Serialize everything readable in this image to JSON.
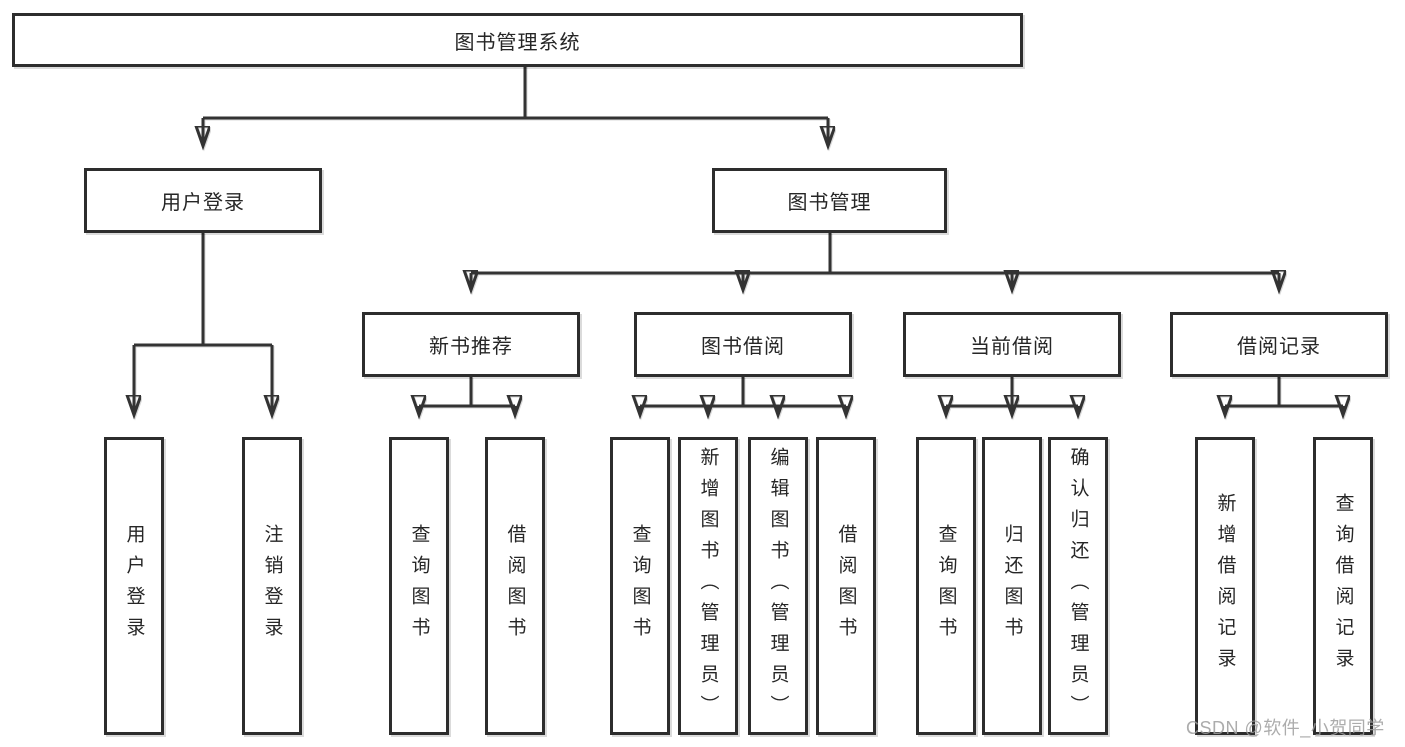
{
  "title": "图书管理系统",
  "level2": [
    {
      "label": "用户登录"
    },
    {
      "label": "图书管理"
    }
  ],
  "level3": [
    {
      "label": "新书推荐",
      "parent": "图书管理"
    },
    {
      "label": "图书借阅",
      "parent": "图书管理"
    },
    {
      "label": "当前借阅",
      "parent": "图书管理"
    },
    {
      "label": "借阅记录",
      "parent": "图书管理"
    }
  ],
  "leaves": [
    {
      "label": "用户登录",
      "parent": "用户登录"
    },
    {
      "label": "注销登录",
      "parent": "用户登录"
    },
    {
      "label": "查询图书",
      "parent": "新书推荐"
    },
    {
      "label": "借阅图书",
      "parent": "新书推荐"
    },
    {
      "label": "查询图书",
      "parent": "图书借阅"
    },
    {
      "label": "新增图书（管理员）",
      "parent": "图书借阅"
    },
    {
      "label": "编辑图书（管理员）",
      "parent": "图书借阅"
    },
    {
      "label": "借阅图书",
      "parent": "图书借阅"
    },
    {
      "label": "查询图书",
      "parent": "当前借阅"
    },
    {
      "label": "归还图书",
      "parent": "当前借阅"
    },
    {
      "label": "确认归还（管理员）",
      "parent": "当前借阅"
    },
    {
      "label": "新增借阅记录",
      "parent": "借阅记录"
    },
    {
      "label": "查询借阅记录",
      "parent": "借阅记录"
    }
  ],
  "watermark": "CSDN @软件_小贺同学",
  "colors": {
    "line": "#333333",
    "box_border": "#2d2d2d",
    "box_fill": "#ffffff",
    "text": "#262626",
    "watermark": "#9e9e9e",
    "background": "#ffffff"
  }
}
